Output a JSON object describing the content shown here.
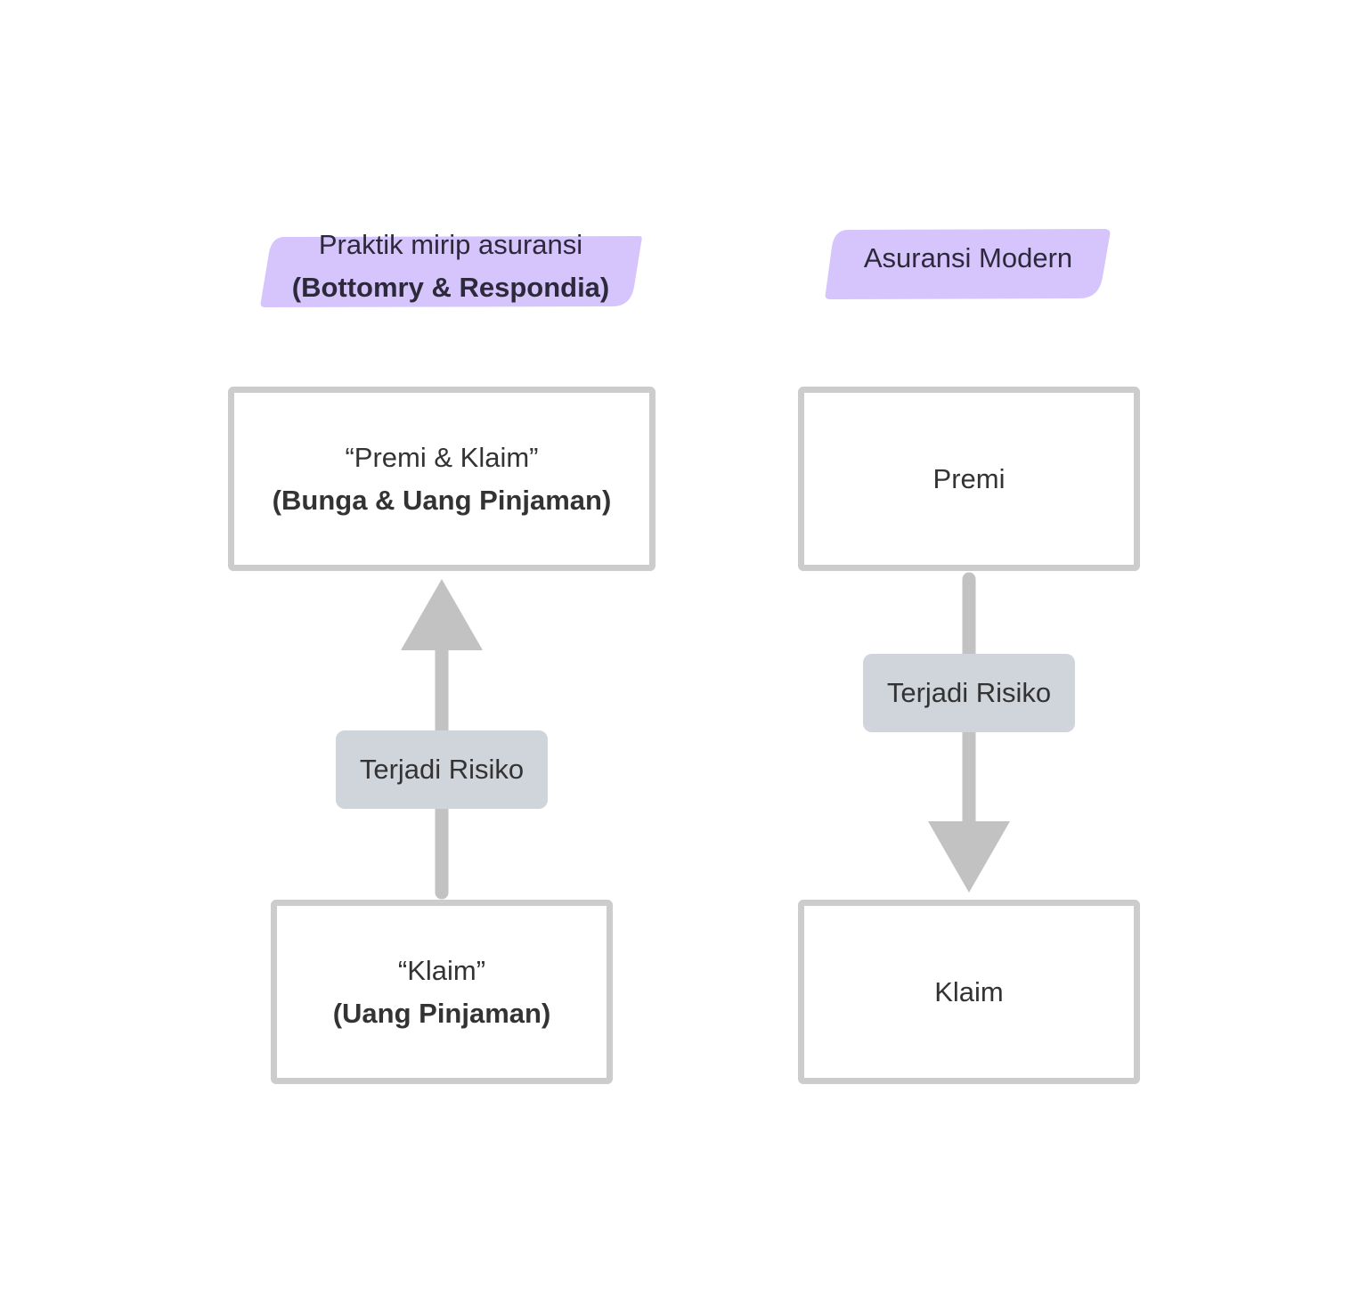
{
  "left": {
    "header": {
      "line1": "Praktik mirip asuransi",
      "line2": "(Bottomry & Respondia)"
    },
    "top_box": {
      "line1": "“Premi & Klaim”",
      "line2": "(Bunga & Uang Pinjaman)"
    },
    "risk_label": "Terjadi Risiko",
    "bottom_box": {
      "line1": "“Klaim”",
      "line2": "(Uang Pinjaman)"
    }
  },
  "right": {
    "header": {
      "line1": "Asuransi Modern"
    },
    "top_box": {
      "line1": "Premi"
    },
    "risk_label": "Terjadi Risiko",
    "bottom_box": {
      "line1": "Klaim"
    }
  },
  "colors": {
    "highlight": "#d6c4fc",
    "box_border": "#cccccc",
    "connector": "#c2c2c2",
    "chip": "#d0d4db",
    "text": "#333333"
  }
}
